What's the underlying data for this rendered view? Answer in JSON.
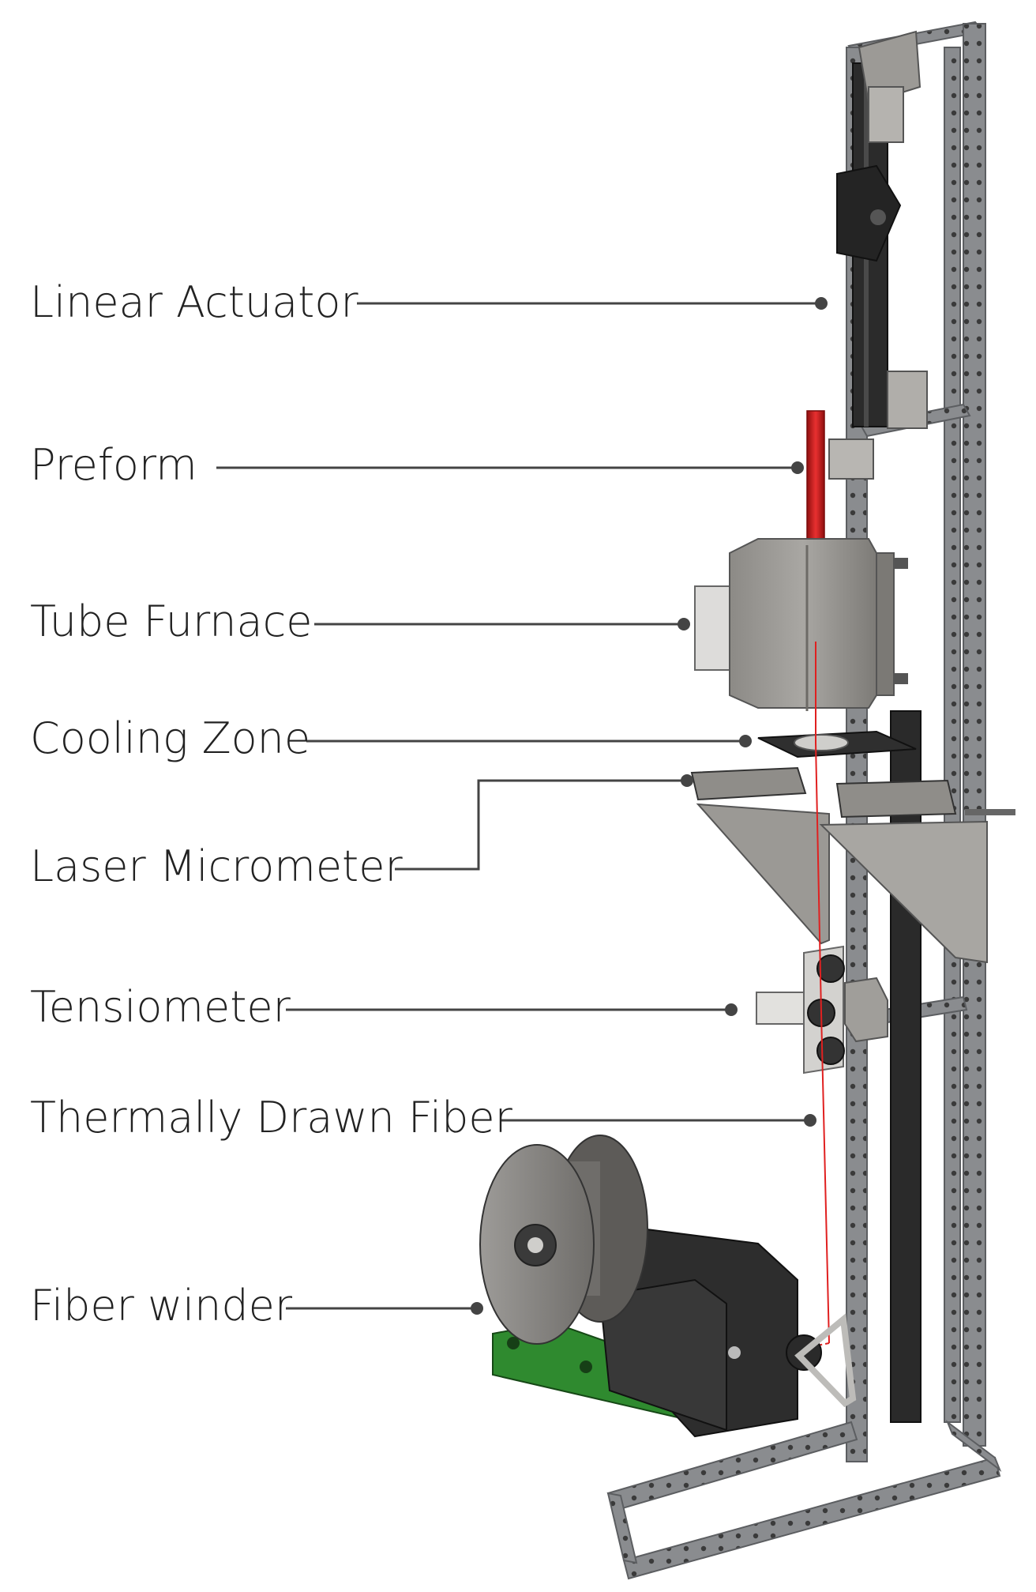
{
  "labels": {
    "linear_actuator": "Linear Actuator",
    "preform": "Preform",
    "tube_furnace": "Tube Furnace",
    "cooling_zone": "Cooling Zone",
    "laser_micrometer": "Laser Micrometer",
    "tensiometer": "Tensiometer",
    "thermally_drawn_fiber": "Thermally Drawn Fiber",
    "fiber_winder": "Fiber winder"
  },
  "colors": {
    "frame": "#7d7f82",
    "actuator": "#2b2b2b",
    "furnace": "#9a9894",
    "preform": "#d41c1c",
    "fiber": "#e02020",
    "winder_base": "#2f8a2f",
    "winder_body": "#2d2d2d",
    "leader": "#444444"
  }
}
